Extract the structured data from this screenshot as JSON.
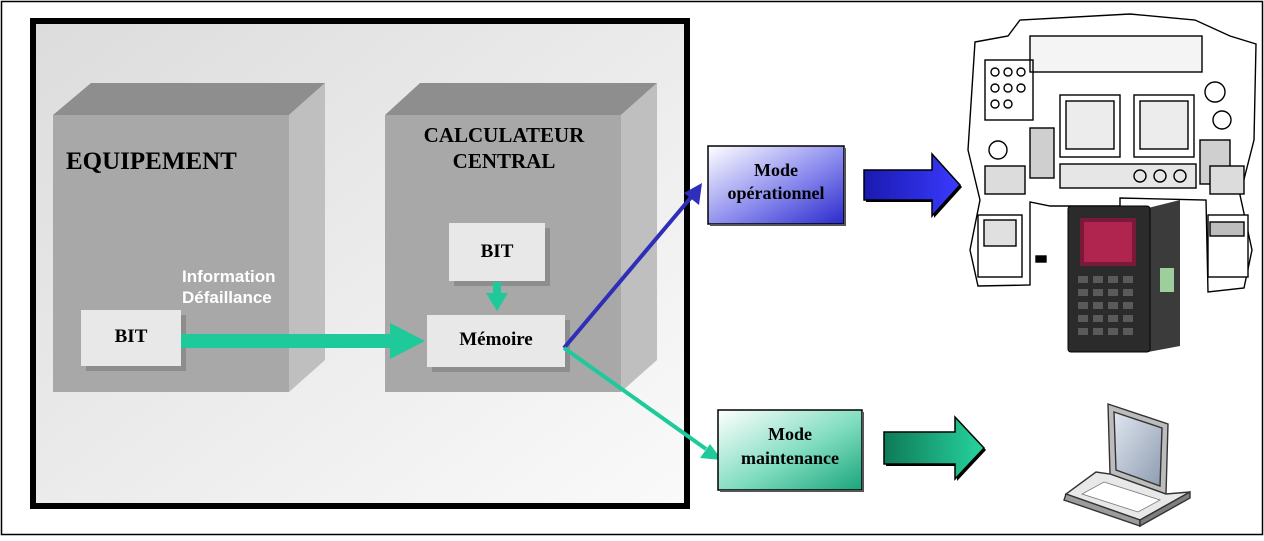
{
  "equipment": {
    "title": "EQUIPEMENT",
    "bit_label": "BIT"
  },
  "failure_info": {
    "line1": "Information",
    "line2": "Défaillance"
  },
  "central_computer": {
    "title_line1": "CALCULATEUR",
    "title_line2": "CENTRAL",
    "bit_label": "BIT",
    "memory_label": "Mémoire"
  },
  "operational_mode": {
    "line1": "Mode",
    "line2": "opérationnel"
  },
  "maintenance_mode": {
    "line1": "Mode",
    "line2": "maintenance"
  },
  "colors": {
    "green_arrow": "#1ec99a",
    "blue_arrow": "#2e2eb8",
    "block_gray": "#a9a9a9",
    "block_top": "#8c8c8c",
    "block_side": "#bdbdbd"
  },
  "icons": [
    "cockpit-panel-icon",
    "control-display-unit-icon",
    "laptop-icon"
  ]
}
